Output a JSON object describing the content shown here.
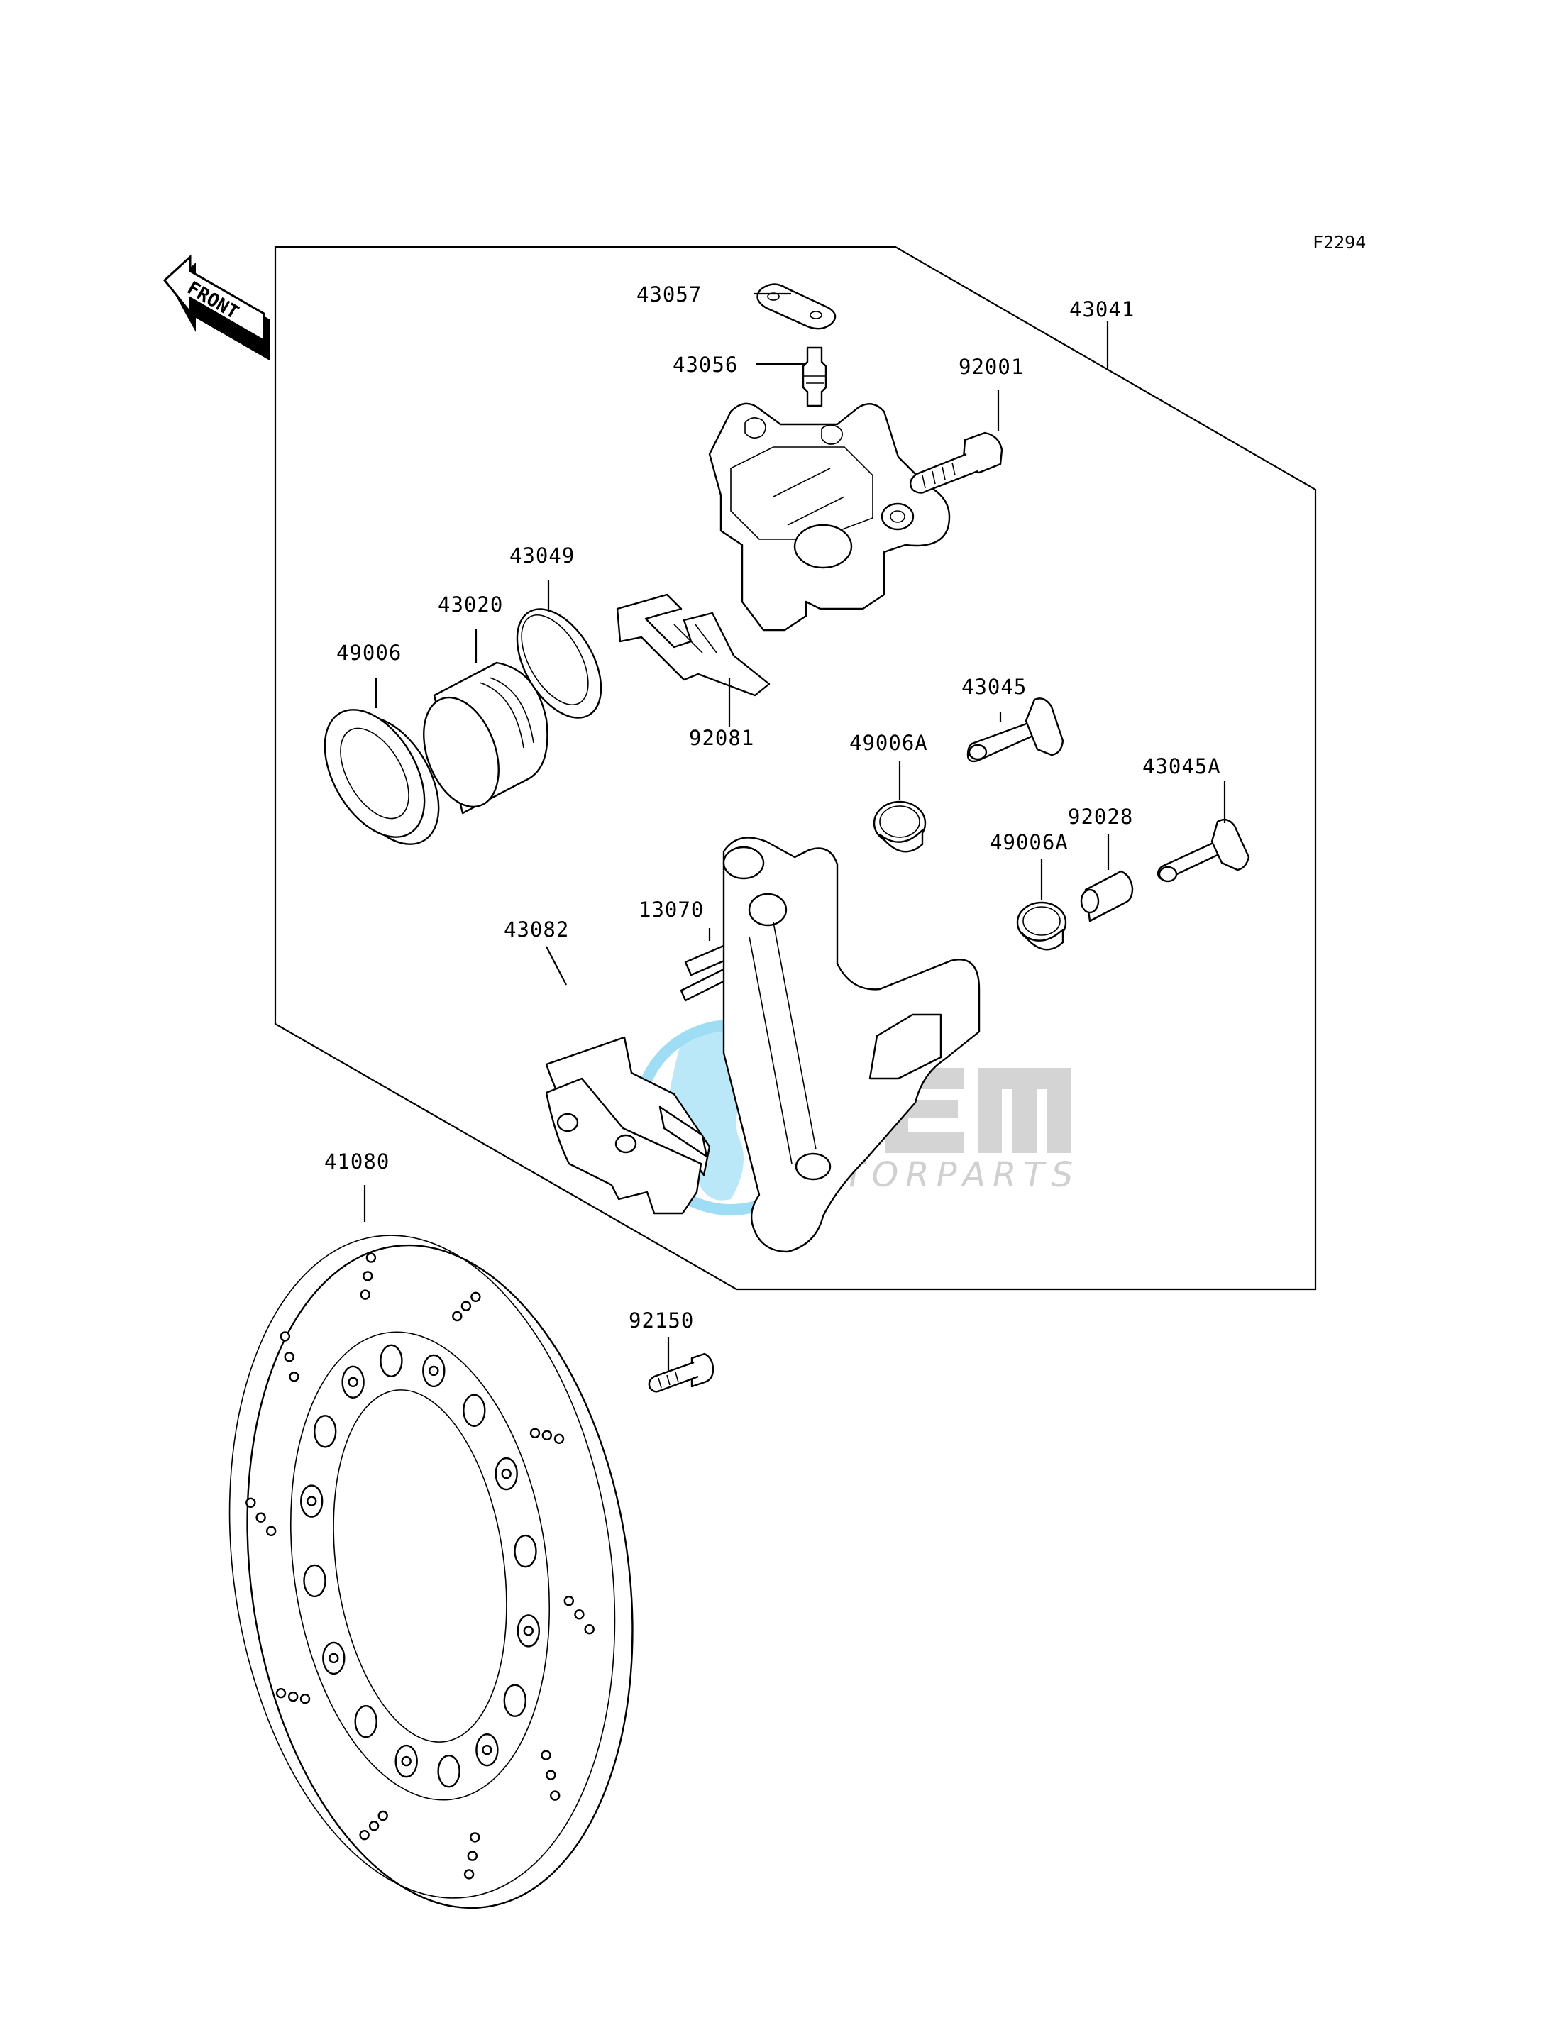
{
  "figure_code": "F2294",
  "front_indicator": "FRONT",
  "watermark": {
    "brand": "OEM",
    "subtitle": "MOTORPARTS",
    "colors": {
      "globe": "#7fd3f2",
      "letters": "#cfcfcf"
    }
  },
  "labels": {
    "p43057": "43057",
    "p43056": "43056",
    "p43041": "43041",
    "p92001": "92001",
    "p43049": "43049",
    "p43020": "43020",
    "p49006": "49006",
    "p92081": "92081",
    "p43045": "43045",
    "p49006A_upper": "49006A",
    "p43045A": "43045A",
    "p92028": "92028",
    "p49006A_lower": "49006A",
    "p13070": "13070",
    "p43082": "43082",
    "p41080": "41080",
    "p92150": "92150"
  }
}
